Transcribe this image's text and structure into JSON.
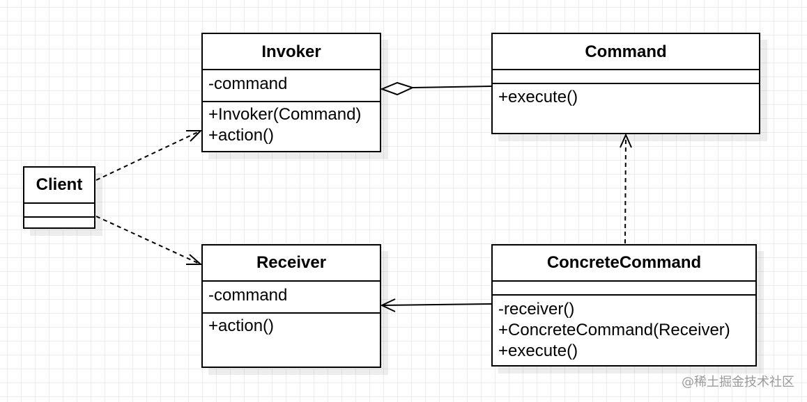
{
  "classes": {
    "invoker": {
      "name": "Invoker",
      "attributes": [
        "-command"
      ],
      "methods": [
        "+Invoker(Command)",
        "+action()"
      ]
    },
    "command": {
      "name": "Command",
      "attributes": [],
      "methods": [
        "+execute()"
      ]
    },
    "client": {
      "name": "Client",
      "attributes": [],
      "methods": []
    },
    "receiver": {
      "name": "Receiver",
      "attributes": [
        "-command"
      ],
      "methods": [
        "+action()"
      ]
    },
    "concrete_command": {
      "name": "ConcreteCommand",
      "attributes": [],
      "methods": [
        "-receiver()",
        "+ConcreteCommand(Receiver)",
        "+execute()"
      ]
    }
  },
  "relations": [
    {
      "from": "Client",
      "to": "Invoker",
      "kind": "dependency"
    },
    {
      "from": "Client",
      "to": "Receiver",
      "kind": "dependency"
    },
    {
      "from": "Invoker",
      "to": "Command",
      "kind": "aggregation"
    },
    {
      "from": "ConcreteCommand",
      "to": "Command",
      "kind": "realization"
    },
    {
      "from": "ConcreteCommand",
      "to": "Receiver",
      "kind": "association"
    }
  ],
  "watermark": "@稀土掘金技术社区"
}
